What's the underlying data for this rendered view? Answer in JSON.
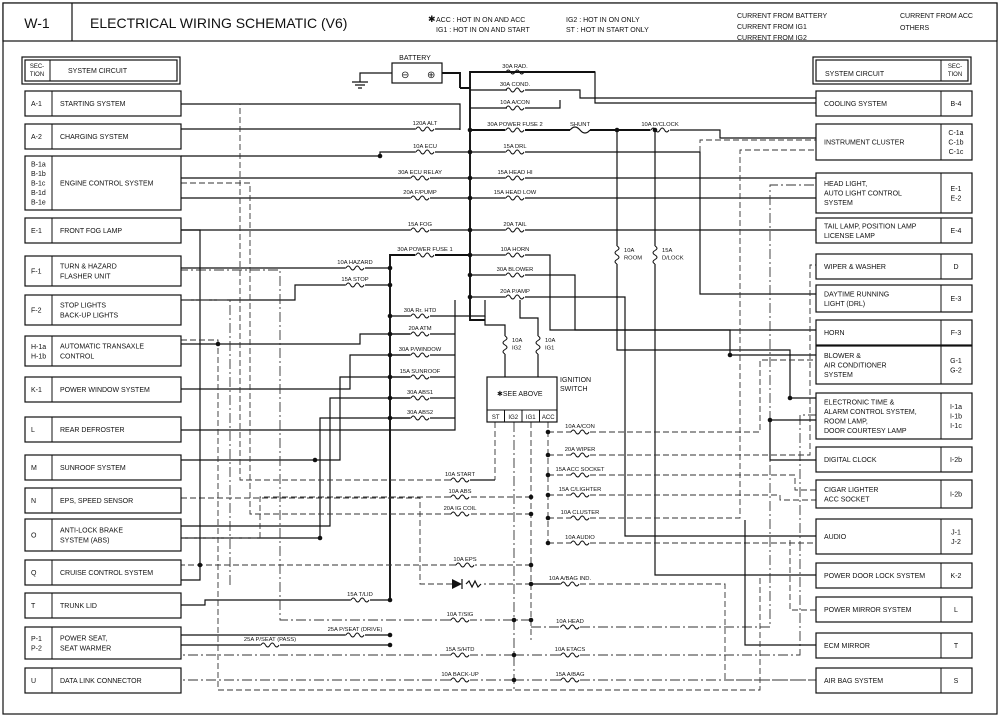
{
  "header": {
    "sheet_id": "W-1",
    "title": "ELECTRICAL WIRING SCHEMATIC (V6)",
    "notes": [
      {
        "mark": "✱",
        "code": "ACC",
        "text": ": HOT IN ON AND ACC"
      },
      {
        "mark": "",
        "code": "IG1",
        "text": ": HOT IN ON AND START"
      },
      {
        "mark": "",
        "code": "IG2",
        "text": ": HOT IN ON ONLY"
      },
      {
        "mark": "",
        "code": "ST",
        "text": ": HOT IN START ONLY"
      }
    ],
    "legend": [
      {
        "label": "CURRENT FROM BATTERY",
        "style": "solid-bold"
      },
      {
        "label": "CURRENT FROM IG1",
        "style": "dash"
      },
      {
        "label": "CURRENT FROM IG2",
        "style": "dashdot"
      },
      {
        "label": "CURRENT FROM ACC",
        "style": "dash"
      },
      {
        "label": "OTHERS",
        "style": "solid"
      }
    ]
  },
  "left_header": {
    "section": "SEC-\nTION",
    "system": "SYSTEM CIRCUIT"
  },
  "right_header": {
    "section": "SEC-\nTION",
    "system": "SYSTEM CIRCUIT"
  },
  "left_rows": [
    {
      "sec": [
        "A-1"
      ],
      "name": [
        "STARTING SYSTEM"
      ]
    },
    {
      "sec": [
        "A-2"
      ],
      "name": [
        "CHARGING SYSTEM"
      ]
    },
    {
      "sec": [
        "B-1a",
        "B-1b",
        "B-1c",
        "B-1d",
        "B-1e"
      ],
      "name": [
        "ENGINE CONTROL SYSTEM"
      ]
    },
    {
      "sec": [
        "E-1"
      ],
      "name": [
        "FRONT FOG LAMP"
      ]
    },
    {
      "sec": [
        "F-1"
      ],
      "name": [
        "TURN & HAZARD",
        "FLASHER UNIT"
      ]
    },
    {
      "sec": [
        "F-2"
      ],
      "name": [
        "STOP LIGHTS",
        "BACK-UP LIGHTS"
      ]
    },
    {
      "sec": [
        "H-1a",
        "H-1b"
      ],
      "name": [
        "AUTOMATIC TRANSAXLE",
        "CONTROL"
      ]
    },
    {
      "sec": [
        "K-1"
      ],
      "name": [
        "POWER WINDOW SYSTEM"
      ]
    },
    {
      "sec": [
        "L"
      ],
      "name": [
        "REAR DEFROSTER"
      ]
    },
    {
      "sec": [
        "M"
      ],
      "name": [
        "SUNROOF SYSTEM"
      ]
    },
    {
      "sec": [
        "N"
      ],
      "name": [
        "EPS, SPEED SENSOR"
      ]
    },
    {
      "sec": [
        "O"
      ],
      "name": [
        "ANTI-LOCK BRAKE",
        "SYSTEM (ABS)"
      ]
    },
    {
      "sec": [
        "Q"
      ],
      "name": [
        "CRUISE CONTROL SYSTEM"
      ]
    },
    {
      "sec": [
        "T"
      ],
      "name": [
        "TRUNK LID"
      ]
    },
    {
      "sec": [
        "P-1",
        "P-2"
      ],
      "name": [
        "POWER SEAT,",
        "SEAT WARMER"
      ]
    },
    {
      "sec": [
        "U"
      ],
      "name": [
        "DATA LINK CONNECTOR"
      ]
    }
  ],
  "right_rows": [
    {
      "sec": [
        "B-4"
      ],
      "name": [
        "COOLING SYSTEM"
      ]
    },
    {
      "sec": [
        "C-1a",
        "C-1b",
        "C-1c"
      ],
      "name": [
        "INSTRUMENT CLUSTER"
      ]
    },
    {
      "sec": [
        "E-1",
        "E-2"
      ],
      "name": [
        "HEAD LIGHT,",
        "AUTO LIGHT CONTROL",
        "SYSTEM"
      ]
    },
    {
      "sec": [
        "E-4"
      ],
      "name": [
        "TAIL LAMP, POSITION LAMP",
        "LICENSE LAMP"
      ]
    },
    {
      "sec": [
        "D"
      ],
      "name": [
        "WIPER & WASHER"
      ]
    },
    {
      "sec": [
        "E-3"
      ],
      "name": [
        "DAYTIME RUNNING",
        "LIGHT (DRL)"
      ]
    },
    {
      "sec": [
        "F-3"
      ],
      "name": [
        "HORN"
      ]
    },
    {
      "sec": [
        "G-1",
        "G-2"
      ],
      "name": [
        "BLOWER &",
        "AIR CONDITIONER",
        "SYSTEM"
      ]
    },
    {
      "sec": [
        "I-1a",
        "I-1b",
        "I-1c"
      ],
      "name": [
        "ELECTRONIC TIME &",
        "ALARM CONTROL SYSTEM,",
        "ROOM LAMP,",
        "DOOR COURTESY LAMP"
      ]
    },
    {
      "sec": [
        "I-2b"
      ],
      "name": [
        "DIGITAL CLOCK"
      ]
    },
    {
      "sec": [
        "I-2b"
      ],
      "name": [
        "CIGAR LIGHTER",
        "ACC SOCKET"
      ]
    },
    {
      "sec": [
        "J-1",
        "J-2"
      ],
      "name": [
        "AUDIO"
      ]
    },
    {
      "sec": [
        "K-2"
      ],
      "name": [
        "POWER DOOR LOCK SYSTEM"
      ]
    },
    {
      "sec": [
        "L"
      ],
      "name": [
        "POWER MIRROR SYSTEM"
      ]
    },
    {
      "sec": [
        "T"
      ],
      "name": [
        "ECM MIRROR"
      ]
    },
    {
      "sec": [
        "S"
      ],
      "name": [
        "AIR BAG SYSTEM"
      ]
    }
  ],
  "battery": {
    "label": "BATTERY",
    "minus": "⊖",
    "plus": "⊕"
  },
  "ignition": {
    "title": "IGNITION\nSWITCH",
    "note": "✱SEE ABOVE",
    "terminals": [
      "ST",
      "IG2",
      "IG1",
      "ACC"
    ],
    "fuse_ig2": "10A\nIG2",
    "fuse_ig1": "10A\nIG1"
  },
  "fuses": {
    "f1": "30A RAD.",
    "f2": "30A COND.",
    "f3": "10A A/CON",
    "f4": "120A ALT",
    "f5": "30A POWER FUSE 2",
    "f6": "SHUNT",
    "f7": "10A D/CLOCK",
    "f8": "10A ECU",
    "f9": "15A DRL",
    "f10": "30A ECU RELAY",
    "f11": "15A HEAD HI",
    "f12": "20A F/PUMP",
    "f13": "15A HEAD LOW",
    "f14": "15A FOG",
    "f15": "20A TAIL",
    "f16": "30A POWER FUSE 1",
    "f17": "10A HORN",
    "f18": "10A HAZARD",
    "f19": "30A BLOWER",
    "f20": "15A STOP",
    "f21": "20A P/AMP",
    "f22": "30A Rr. HTD",
    "f23": "20A ATM",
    "f24": "30A P/WINDOW",
    "f25": "15A SUNROOF",
    "f26": "30A ABS1",
    "f27": "30A ABS2",
    "f28": "10A\nROOM",
    "f29": "15A\nD/LOCK",
    "f30": "10A A/CON",
    "f31": "20A WIPER",
    "f32": "15A ACC SOCKET",
    "f33": "15A C/LIGHTER",
    "f34": "10A CLUSTER",
    "f35": "10A AUDIO",
    "f36": "10A START",
    "f37": "10A ABS",
    "f38": "20A IG COIL",
    "f39": "10A EPS",
    "f40": "10A A/BAG IND.",
    "f41": "15A T/LID",
    "f42": "10A T/SIG",
    "f43": "10A HEAD",
    "f44": "25A P/SEAT (DRIVE)",
    "f45": "25A P/SEAT (PASS)",
    "f46": "15A S/HTD",
    "f47": "10A ETACS",
    "f48": "10A BACK-UP",
    "f49": "15A A/BAG"
  }
}
